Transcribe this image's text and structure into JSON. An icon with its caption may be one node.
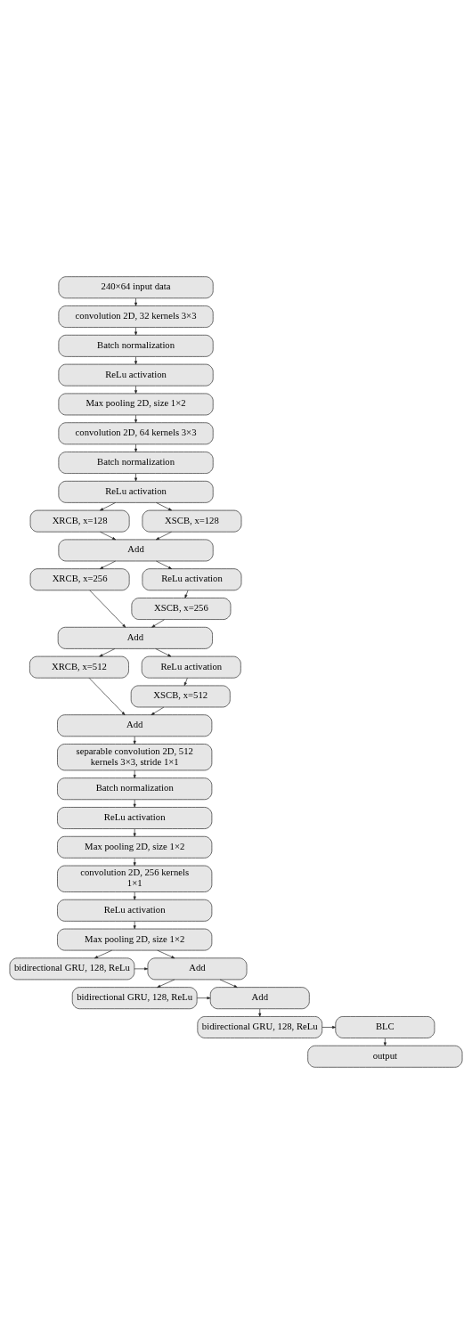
{
  "diagram": {
    "nodes": [
      {
        "text": [
          "240×64 input data"
        ]
      },
      {
        "text": [
          "convolution 2D, 32 kernels 3×3"
        ]
      },
      {
        "text": [
          "Batch normalization"
        ]
      },
      {
        "text": [
          "ReLu activation"
        ]
      },
      {
        "text": [
          "Max pooling 2D, size 1×2"
        ]
      },
      {
        "text": [
          "convolution 2D, 64 kernels 3×3"
        ]
      },
      {
        "text": [
          "Batch normalization"
        ]
      },
      {
        "text": [
          "ReLu activation"
        ]
      },
      {
        "text": [
          "XRCB, x=128"
        ]
      },
      {
        "text": [
          "XSCB, x=128"
        ]
      },
      {
        "text": [
          "Add"
        ]
      },
      {
        "text": [
          "XRCB, x=256"
        ]
      },
      {
        "text": [
          "ReLu activation"
        ]
      },
      {
        "text": [
          "XSCB, x=256"
        ]
      },
      {
        "text": [
          "Add"
        ]
      },
      {
        "text": [
          "XRCB, x=512"
        ]
      },
      {
        "text": [
          "ReLu activation"
        ]
      },
      {
        "text": [
          "XSCB, x=512"
        ]
      },
      {
        "text": [
          "Add"
        ]
      },
      {
        "text": [
          "separable convolution 2D, 512 kernels 3×3, stride 1×1"
        ]
      },
      {
        "text": [
          "Batch normalization"
        ]
      },
      {
        "text": [
          "ReLu activation"
        ]
      },
      {
        "text": [
          "Max pooling 2D, size 1×2"
        ]
      },
      {
        "text": [
          "convolution 2D, 256 kernels 1×1"
        ]
      },
      {
        "text": [
          "ReLu activation"
        ]
      },
      {
        "text": [
          "Max pooling 2D, size 1×2"
        ]
      },
      {
        "text": [
          "bidirectional GRU, 128, ReLu"
        ]
      },
      {
        "text": [
          "Add"
        ]
      },
      {
        "text": [
          "bidirectional GRU, 128, ReLu"
        ]
      },
      {
        "text": [
          "Add"
        ]
      },
      {
        "text": [
          "bidirectional GRU, 128, ReLu"
        ]
      },
      {
        "text": [
          "BLC"
        ]
      },
      {
        "text": [
          "output"
        ]
      }
    ],
    "edges": [
      {
        "from": 0,
        "to": 1,
        "arrow": "to"
      },
      {
        "from": 1,
        "to": 2,
        "arrow": "to"
      },
      {
        "from": 2,
        "to": 3,
        "arrow": "to"
      },
      {
        "from": 3,
        "to": 4,
        "arrow": "to"
      },
      {
        "from": 4,
        "to": 5,
        "arrow": "to"
      },
      {
        "from": 5,
        "to": 6,
        "arrow": "to"
      },
      {
        "from": 6,
        "to": 7,
        "arrow": "to"
      },
      {
        "from": 7,
        "to": 8,
        "arrow": "to"
      },
      {
        "from": 7,
        "to": 9,
        "arrow": "to"
      },
      {
        "from": 8,
        "to": 10,
        "arrow": "to"
      },
      {
        "from": 9,
        "to": 10,
        "arrow": "to"
      },
      {
        "from": 10,
        "to": 11,
        "arrow": "to"
      },
      {
        "from": 10,
        "to": 12,
        "arrow": "to"
      },
      {
        "from": 12,
        "to": 13,
        "arrow": "to"
      },
      {
        "from": 11,
        "to": 14,
        "arrow": "to"
      },
      {
        "from": 13,
        "to": 14,
        "arrow": "to"
      },
      {
        "from": 14,
        "to": 15,
        "arrow": "to"
      },
      {
        "from": 14,
        "to": 16,
        "arrow": "to"
      },
      {
        "from": 16,
        "to": 17,
        "arrow": "to"
      },
      {
        "from": 15,
        "to": 18,
        "arrow": "to"
      },
      {
        "from": 17,
        "to": 18,
        "arrow": "to"
      },
      {
        "from": 18,
        "to": 19,
        "arrow": "to"
      },
      {
        "from": 19,
        "to": 20,
        "arrow": "to"
      },
      {
        "from": 20,
        "to": 21,
        "arrow": "to"
      },
      {
        "from": 21,
        "to": 22,
        "arrow": "to"
      },
      {
        "from": 22,
        "to": 23,
        "arrow": "to"
      },
      {
        "from": 23,
        "to": 24,
        "arrow": "to"
      },
      {
        "from": 24,
        "to": 25,
        "arrow": "to"
      },
      {
        "from": 25,
        "to": 26,
        "arrow": "to"
      },
      {
        "from": 25,
        "to": 27,
        "arrow": "to"
      },
      {
        "from": 26,
        "to": 27,
        "arrow": "to"
      },
      {
        "from": 27,
        "to": 28,
        "arrow": "to"
      },
      {
        "from": 27,
        "to": 29,
        "arrow": "to"
      },
      {
        "from": 28,
        "to": 29,
        "arrow": "to"
      },
      {
        "from": 29,
        "to": 30,
        "arrow": "to"
      },
      {
        "from": 30,
        "to": 31,
        "arrow": "to"
      },
      {
        "from": 31,
        "to": 32,
        "arrow": "to"
      }
    ]
  }
}
